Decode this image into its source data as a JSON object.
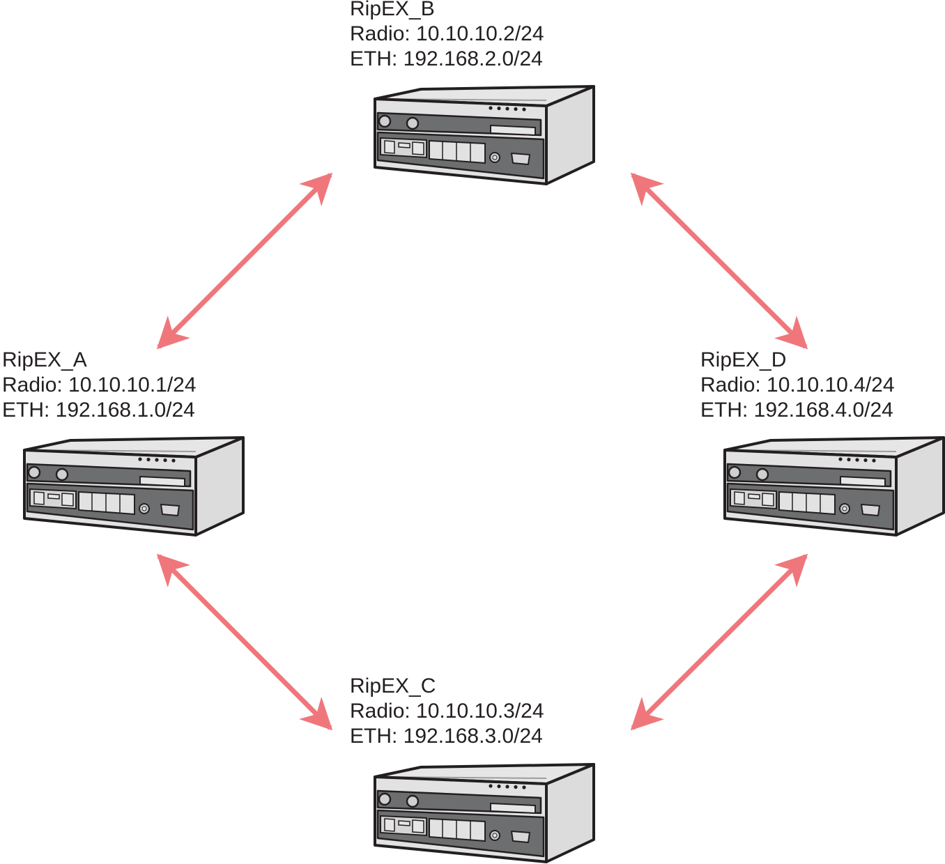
{
  "colors": {
    "link": "#ef777c",
    "device_body": "#e2e2e2",
    "device_dark": "#6d6e70",
    "outline": "#231f20"
  },
  "nodes": {
    "b": {
      "name": "RipEX_B",
      "radio": "Radio: 10.10.10.2/24",
      "eth": "ETH: 192.168.2.0/24",
      "icon": "radio-modem-icon"
    },
    "a": {
      "name": "RipEX_A",
      "radio": "Radio: 10.10.10.1/24",
      "eth": "ETH: 192.168.1.0/24",
      "icon": "radio-modem-icon"
    },
    "d": {
      "name": "RipEX_D",
      "radio": "Radio: 10.10.10.4/24",
      "eth": "ETH: 192.168.4.0/24",
      "icon": "radio-modem-icon"
    },
    "c": {
      "name": "RipEX_C",
      "radio": "Radio: 10.10.10.3/24",
      "eth": "ETH: 192.168.3.0/24",
      "icon": "radio-modem-icon"
    }
  },
  "links": [
    {
      "from": "a",
      "to": "b",
      "type": "bidirectional"
    },
    {
      "from": "b",
      "to": "d",
      "type": "bidirectional"
    },
    {
      "from": "a",
      "to": "c",
      "type": "bidirectional"
    },
    {
      "from": "d",
      "to": "c",
      "type": "bidirectional"
    }
  ]
}
